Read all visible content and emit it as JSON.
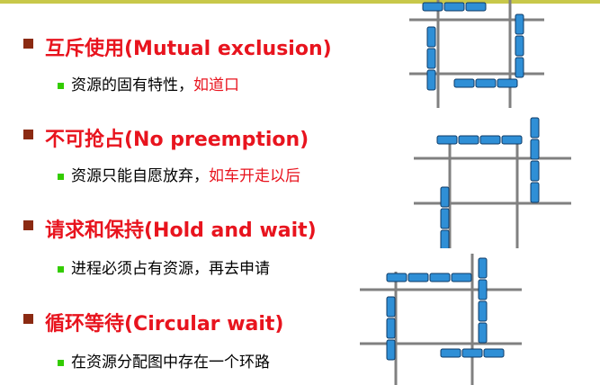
{
  "items": [
    {
      "title": "互斥使用(Mutual exclusion)",
      "desc": "资源的固有特性，",
      "example": "如道口"
    },
    {
      "title": "不可抢占(No preemption)",
      "desc": "资源只能自愿放弃，",
      "example": "如车开走以后"
    },
    {
      "title": "请求和保持(Hold and wait)",
      "desc": "进程必须占有资源，再去申请",
      "example": ""
    },
    {
      "title": "循环等待(Circular wait)",
      "desc": "在资源分配图中存在一个环路",
      "example": ""
    }
  ],
  "colors": {
    "title": "#e8141e",
    "bullet": "#8b2a12",
    "sub_bullet": "#33cc00",
    "road": "#808080",
    "train": "#2f8fd6",
    "top_bar": "#c8c84a"
  }
}
